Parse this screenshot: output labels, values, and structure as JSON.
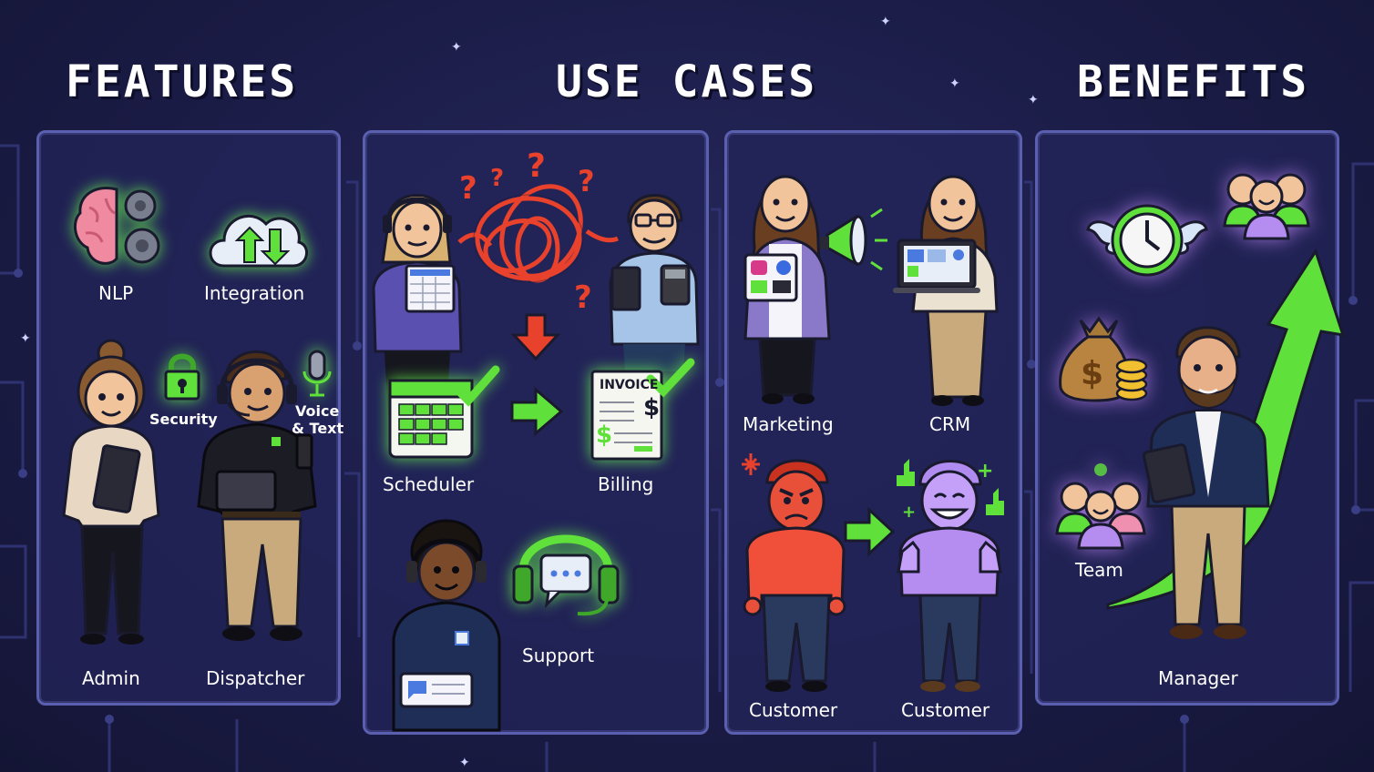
{
  "headings": {
    "features": "FEATURES",
    "use_cases": "USE CASES",
    "benefits": "BENEFITS"
  },
  "features": {
    "nlp": "NLP",
    "integration": "Integration",
    "security": "Security",
    "voice_text_1": "Voice",
    "voice_text_2": "& Text",
    "admin": "Admin",
    "dispatcher": "Dispatcher"
  },
  "use_cases": {
    "scheduler": "Scheduler",
    "billing": "Billing",
    "invoice": "INVOICE",
    "support": "Support",
    "marketing": "Marketing",
    "crm": "CRM",
    "customer_angry": "Customer",
    "customer_happy": "Customer"
  },
  "benefits": {
    "team": "Team",
    "manager": "Manager"
  },
  "colors": {
    "background": "#1b1c47",
    "panel_border": "#5a5fb0",
    "accent_green": "#5fe03a",
    "accent_red": "#e8412c",
    "accent_purple": "#b58cf0"
  }
}
